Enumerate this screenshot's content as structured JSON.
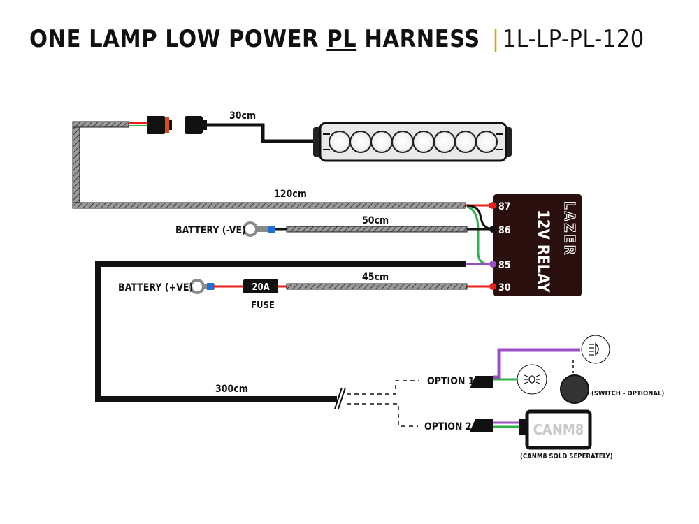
{
  "title": {
    "part1": "ONE LAMP LOW POWER",
    "part2": "PL",
    "part3": "HARNESS",
    "separator": "|",
    "code": "1L-LP-PL-120"
  },
  "lengths": {
    "lamp_lead": "30cm",
    "main_lead": "120cm",
    "negative_lead": "50cm",
    "positive_lead": "45cm",
    "switch_lead": "300cm"
  },
  "labels": {
    "battery_neg": "BATTERY (-VE)",
    "battery_pos": "BATTERY (+VE)",
    "fuse_rating": "20A",
    "fuse": "FUSE",
    "option1": "OPTION 1",
    "option2": "OPTION 2",
    "switch_note": "(SWITCH - OPTIONAL)",
    "canm8_note": "(CANM8 SOLD SEPERATELY)"
  },
  "relay": {
    "name": "12V RELAY",
    "brand": "LAZER",
    "pins": [
      "87",
      "86",
      "85",
      "30"
    ]
  },
  "canm8": {
    "label": "CANM8"
  },
  "colors": {
    "accent": "#e0a000",
    "wire_black": "#111111",
    "wire_red": "#e8201a",
    "wire_green": "#2db34a",
    "wire_purple": "#9b4fc4",
    "wire_blue": "#1f6fd6",
    "sheath": "#8a8a8a",
    "relay_body": "#2a0f0f"
  },
  "icons": [
    "lamp-icon",
    "headlight-icon",
    "sidelight-icon",
    "switch-icon",
    "ring-terminal-icon",
    "fuse-icon"
  ]
}
